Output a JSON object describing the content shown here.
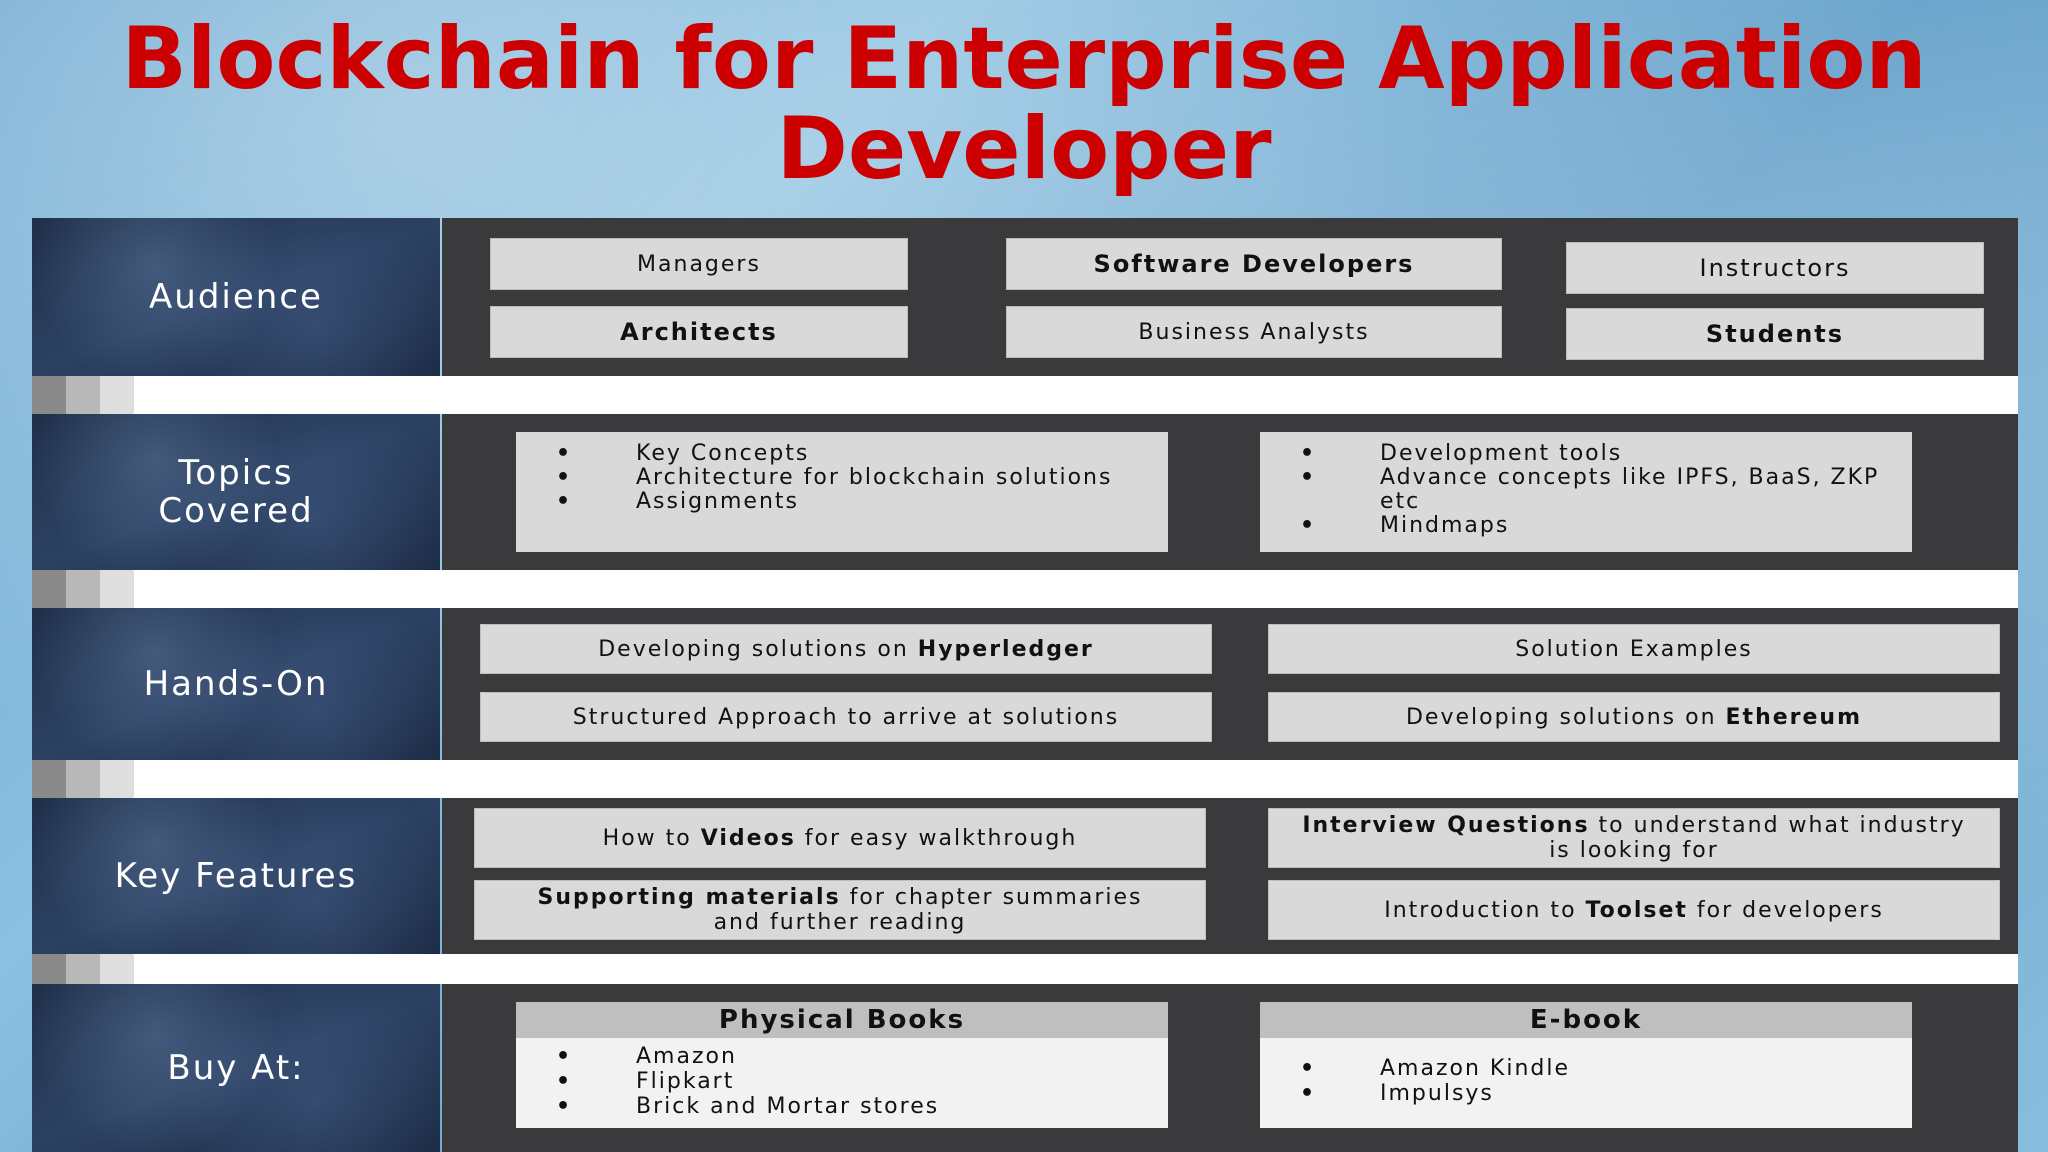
{
  "title": "Blockchain for Enterprise Application Developer",
  "rows": {
    "audience": {
      "label": "Audience",
      "items": [
        "Managers",
        "Software Developers",
        "Instructors",
        "Architects",
        "Business Analysts",
        "Students"
      ]
    },
    "topics": {
      "label": "Topics\nCovered",
      "left": [
        "Key Concepts",
        "Architecture for blockchain solutions",
        "Assignments"
      ],
      "right": [
        "Development tools",
        "Advance concepts like IPFS, BaaS, ZKP etc",
        "Mindmaps"
      ]
    },
    "hands_on": {
      "label": "Hands-On",
      "item1_pre": "Developing solutions on ",
      "item1_bold": "Hyperledger",
      "item2": "Solution Examples",
      "item3": "Structured Approach to arrive at solutions",
      "item4_pre": "Developing solutions on ",
      "item4_bold": "Ethereum"
    },
    "key_features": {
      "label": "Key Features",
      "item1_pre": "How to ",
      "item1_bold": "Videos",
      "item1_post": " for easy walkthrough",
      "item2_bold": "Interview Questions",
      "item2_post": " to understand what industry is looking for",
      "item3_bold": "Supporting materials",
      "item3_post": " for chapter summaries and further reading",
      "item4_pre": "Introduction to ",
      "item4_bold": "Toolset",
      "item4_post": " for developers"
    },
    "buy_at": {
      "label": "Buy At:",
      "physical": {
        "heading": "Physical Books",
        "items": [
          "Amazon",
          "Flipkart",
          "Brick and Mortar stores"
        ]
      },
      "ebook": {
        "heading": "E-book",
        "items": [
          "Amazon Kindle",
          "Impulsys"
        ]
      }
    }
  }
}
